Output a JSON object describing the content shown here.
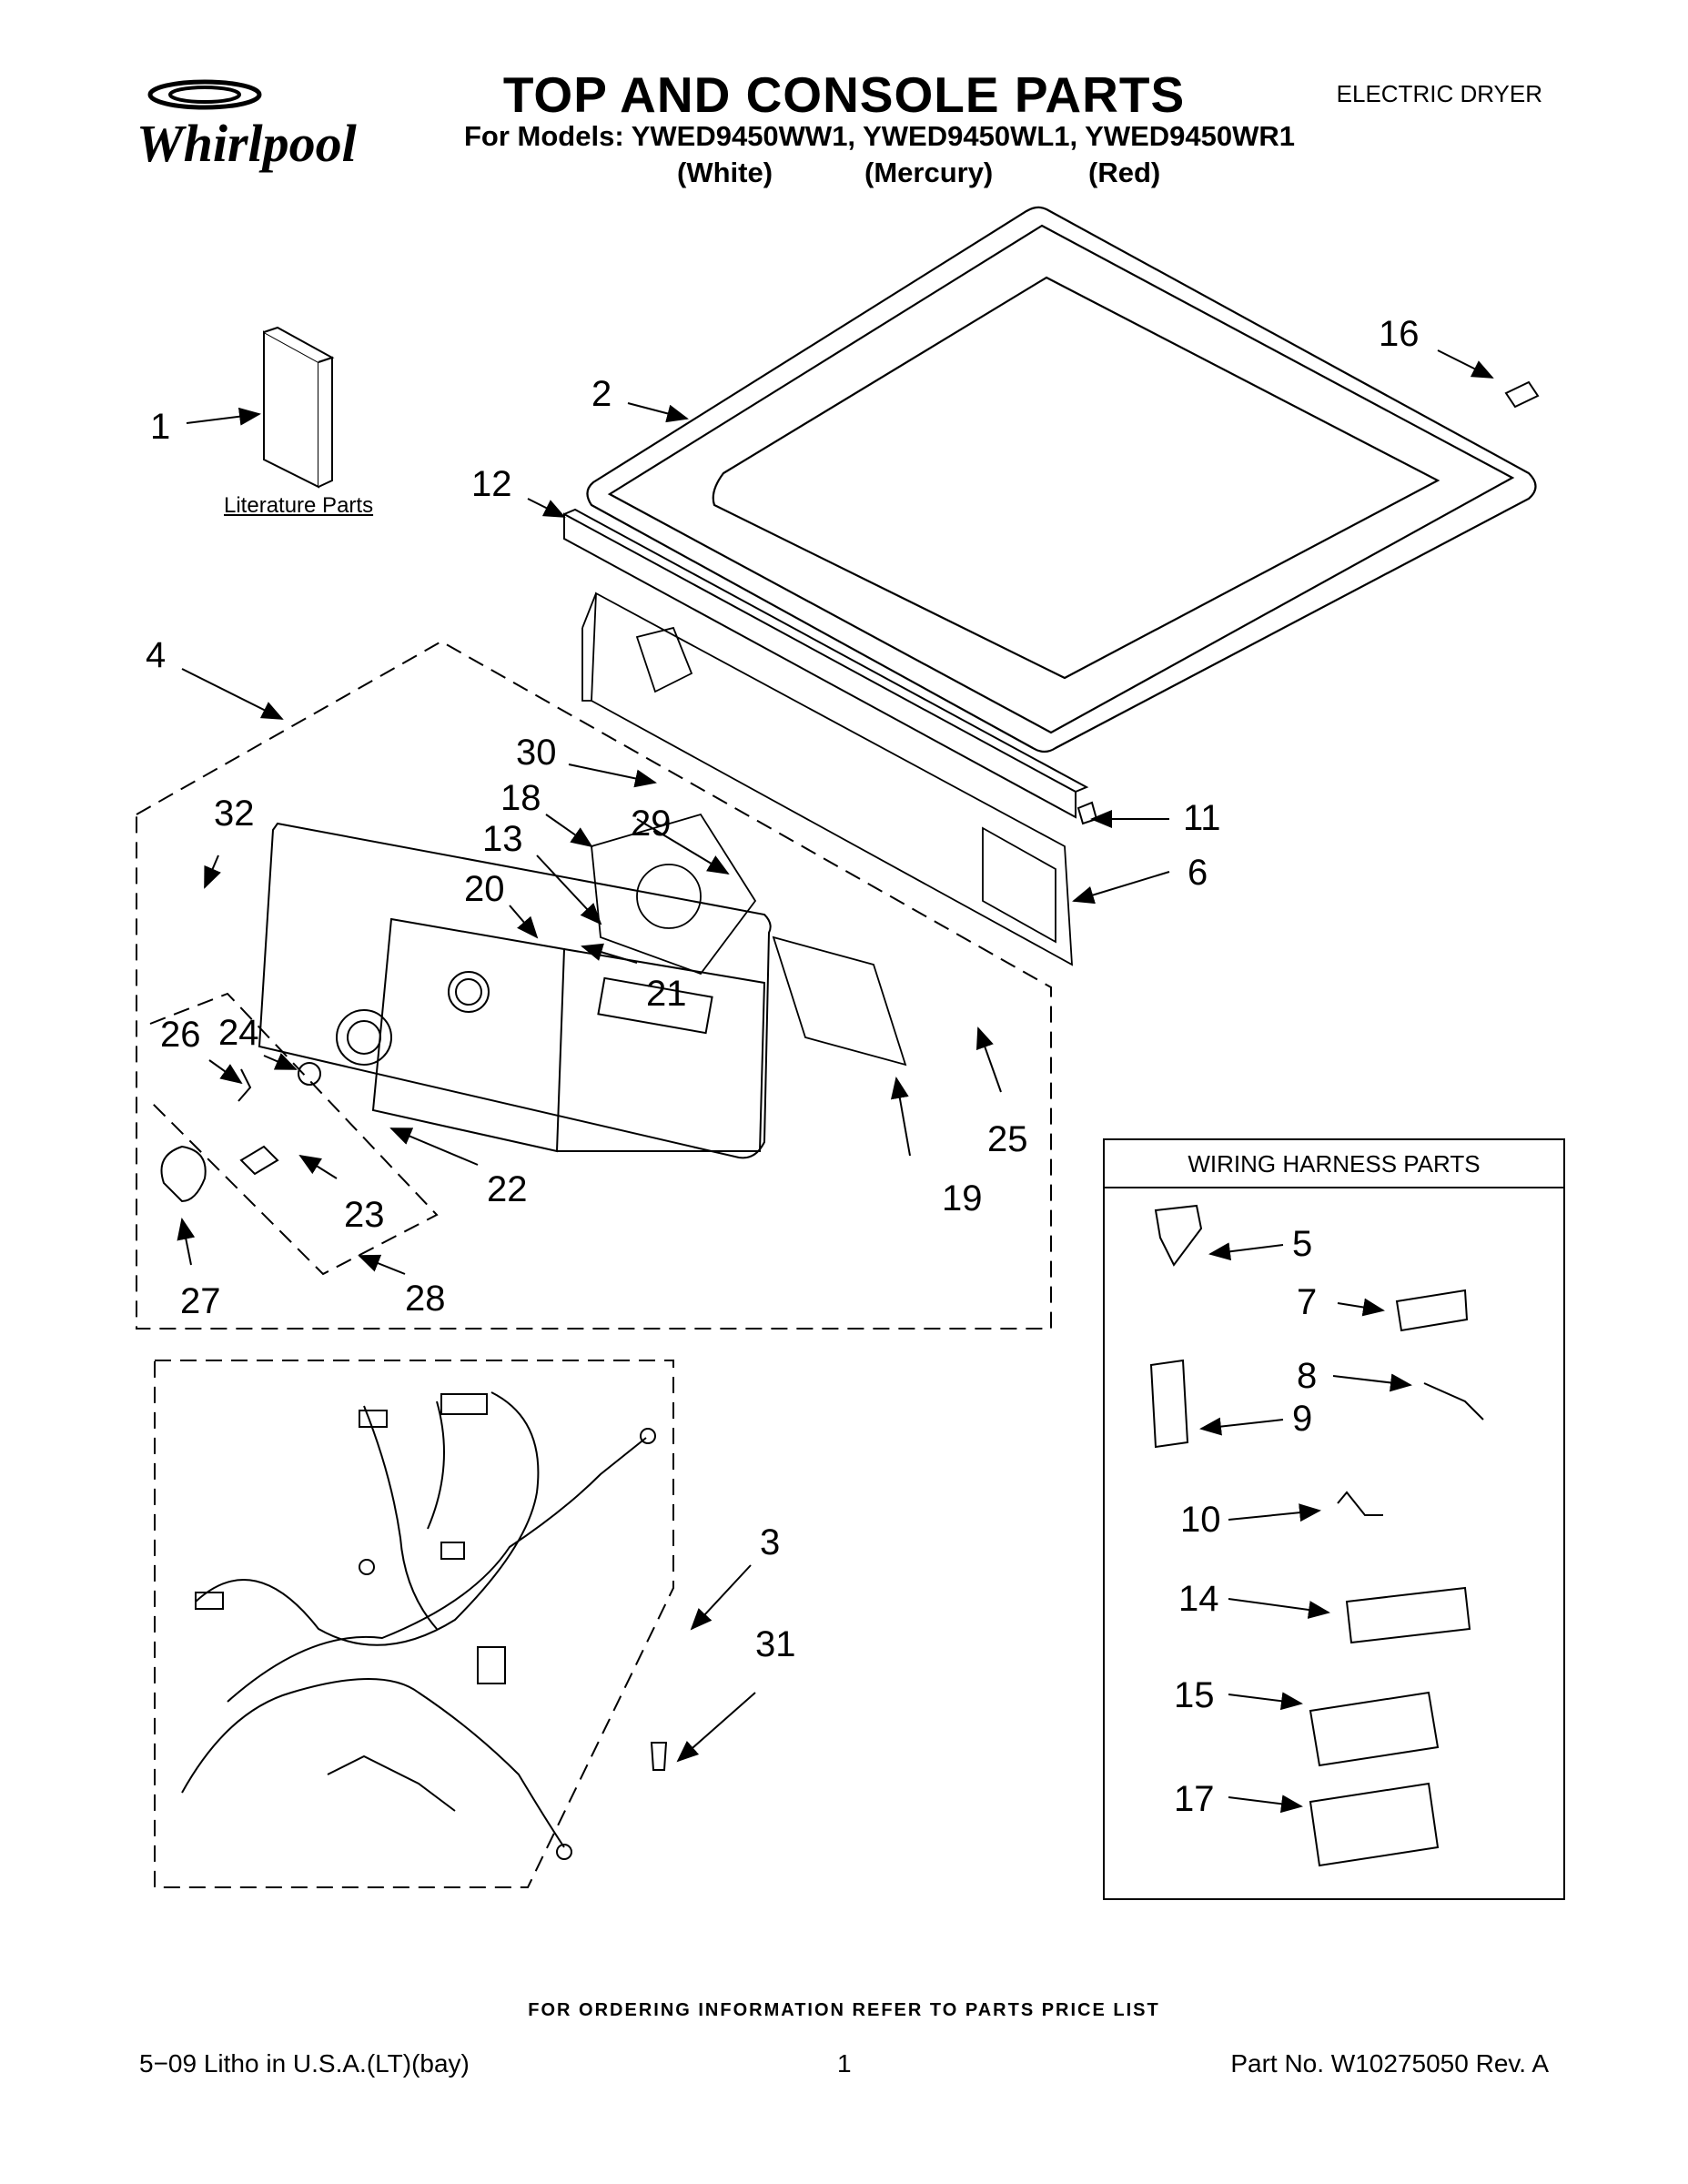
{
  "header": {
    "brand": "Whirlpool",
    "title": "TOP AND CONSOLE PARTS",
    "appliance_type": "ELECTRIC DRYER",
    "models_line": "For Models: YWED9450WW1, YWED9450WL1, YWED9450WR1",
    "colors": [
      "(White)",
      "(Mercury)",
      "(Red)"
    ]
  },
  "literature_label": "Literature Parts",
  "part_callouts": [
    "1",
    "2",
    "3",
    "4",
    "5",
    "6",
    "7",
    "8",
    "9",
    "10",
    "11",
    "12",
    "13",
    "14",
    "15",
    "16",
    "17",
    "18",
    "19",
    "20",
    "21",
    "22",
    "23",
    "24",
    "25",
    "26",
    "27",
    "28",
    "29",
    "30",
    "31",
    "32"
  ],
  "wiring_box": {
    "title": "WIRING HARNESS PARTS"
  },
  "footer": {
    "ordering_note": "FOR ORDERING INFORMATION REFER TO PARTS PRICE LIST",
    "litho": "5−09 Litho in U.S.A.(LT)(bay)",
    "page": "1",
    "part_no": "Part No. W10275050 Rev. A"
  }
}
